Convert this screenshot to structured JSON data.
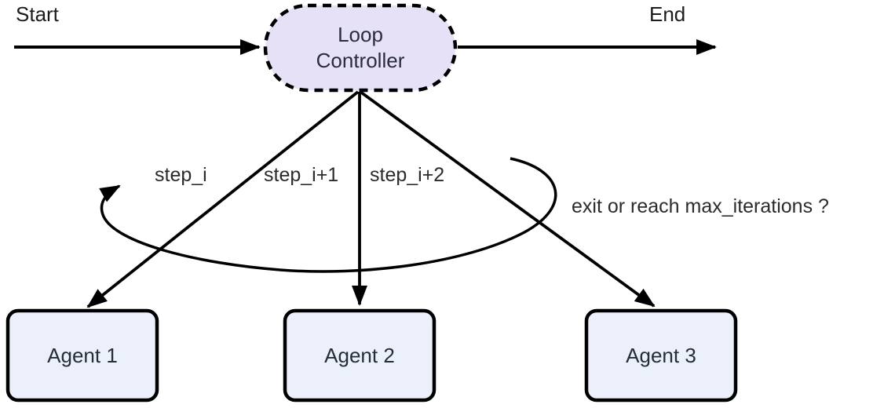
{
  "diagram": {
    "nodes": {
      "start": {
        "label": "Start"
      },
      "end": {
        "label": "End"
      },
      "loop_controller": {
        "label": "Loop Controller",
        "fill": "#e7e1f8",
        "border": "#000000"
      },
      "agent_1": {
        "label": "Agent 1",
        "fill": "#ebf0fa",
        "border": "#000000"
      },
      "agent_2": {
        "label": "Agent 2",
        "fill": "#ebf0fa",
        "border": "#000000"
      },
      "agent_3": {
        "label": "Agent 3",
        "fill": "#ebf0fa",
        "border": "#000000"
      }
    },
    "edge_labels": {
      "step_i": "step_i",
      "step_i_plus_1": "step_i+1",
      "step_i_plus_2": "step_i+2",
      "loop_condition": "exit or reach max_iterations ?"
    },
    "colors": {
      "arrow": "#000000",
      "label_text": "#2b2b2b",
      "node_text": "#262c3a",
      "background": "#ffffff"
    }
  }
}
